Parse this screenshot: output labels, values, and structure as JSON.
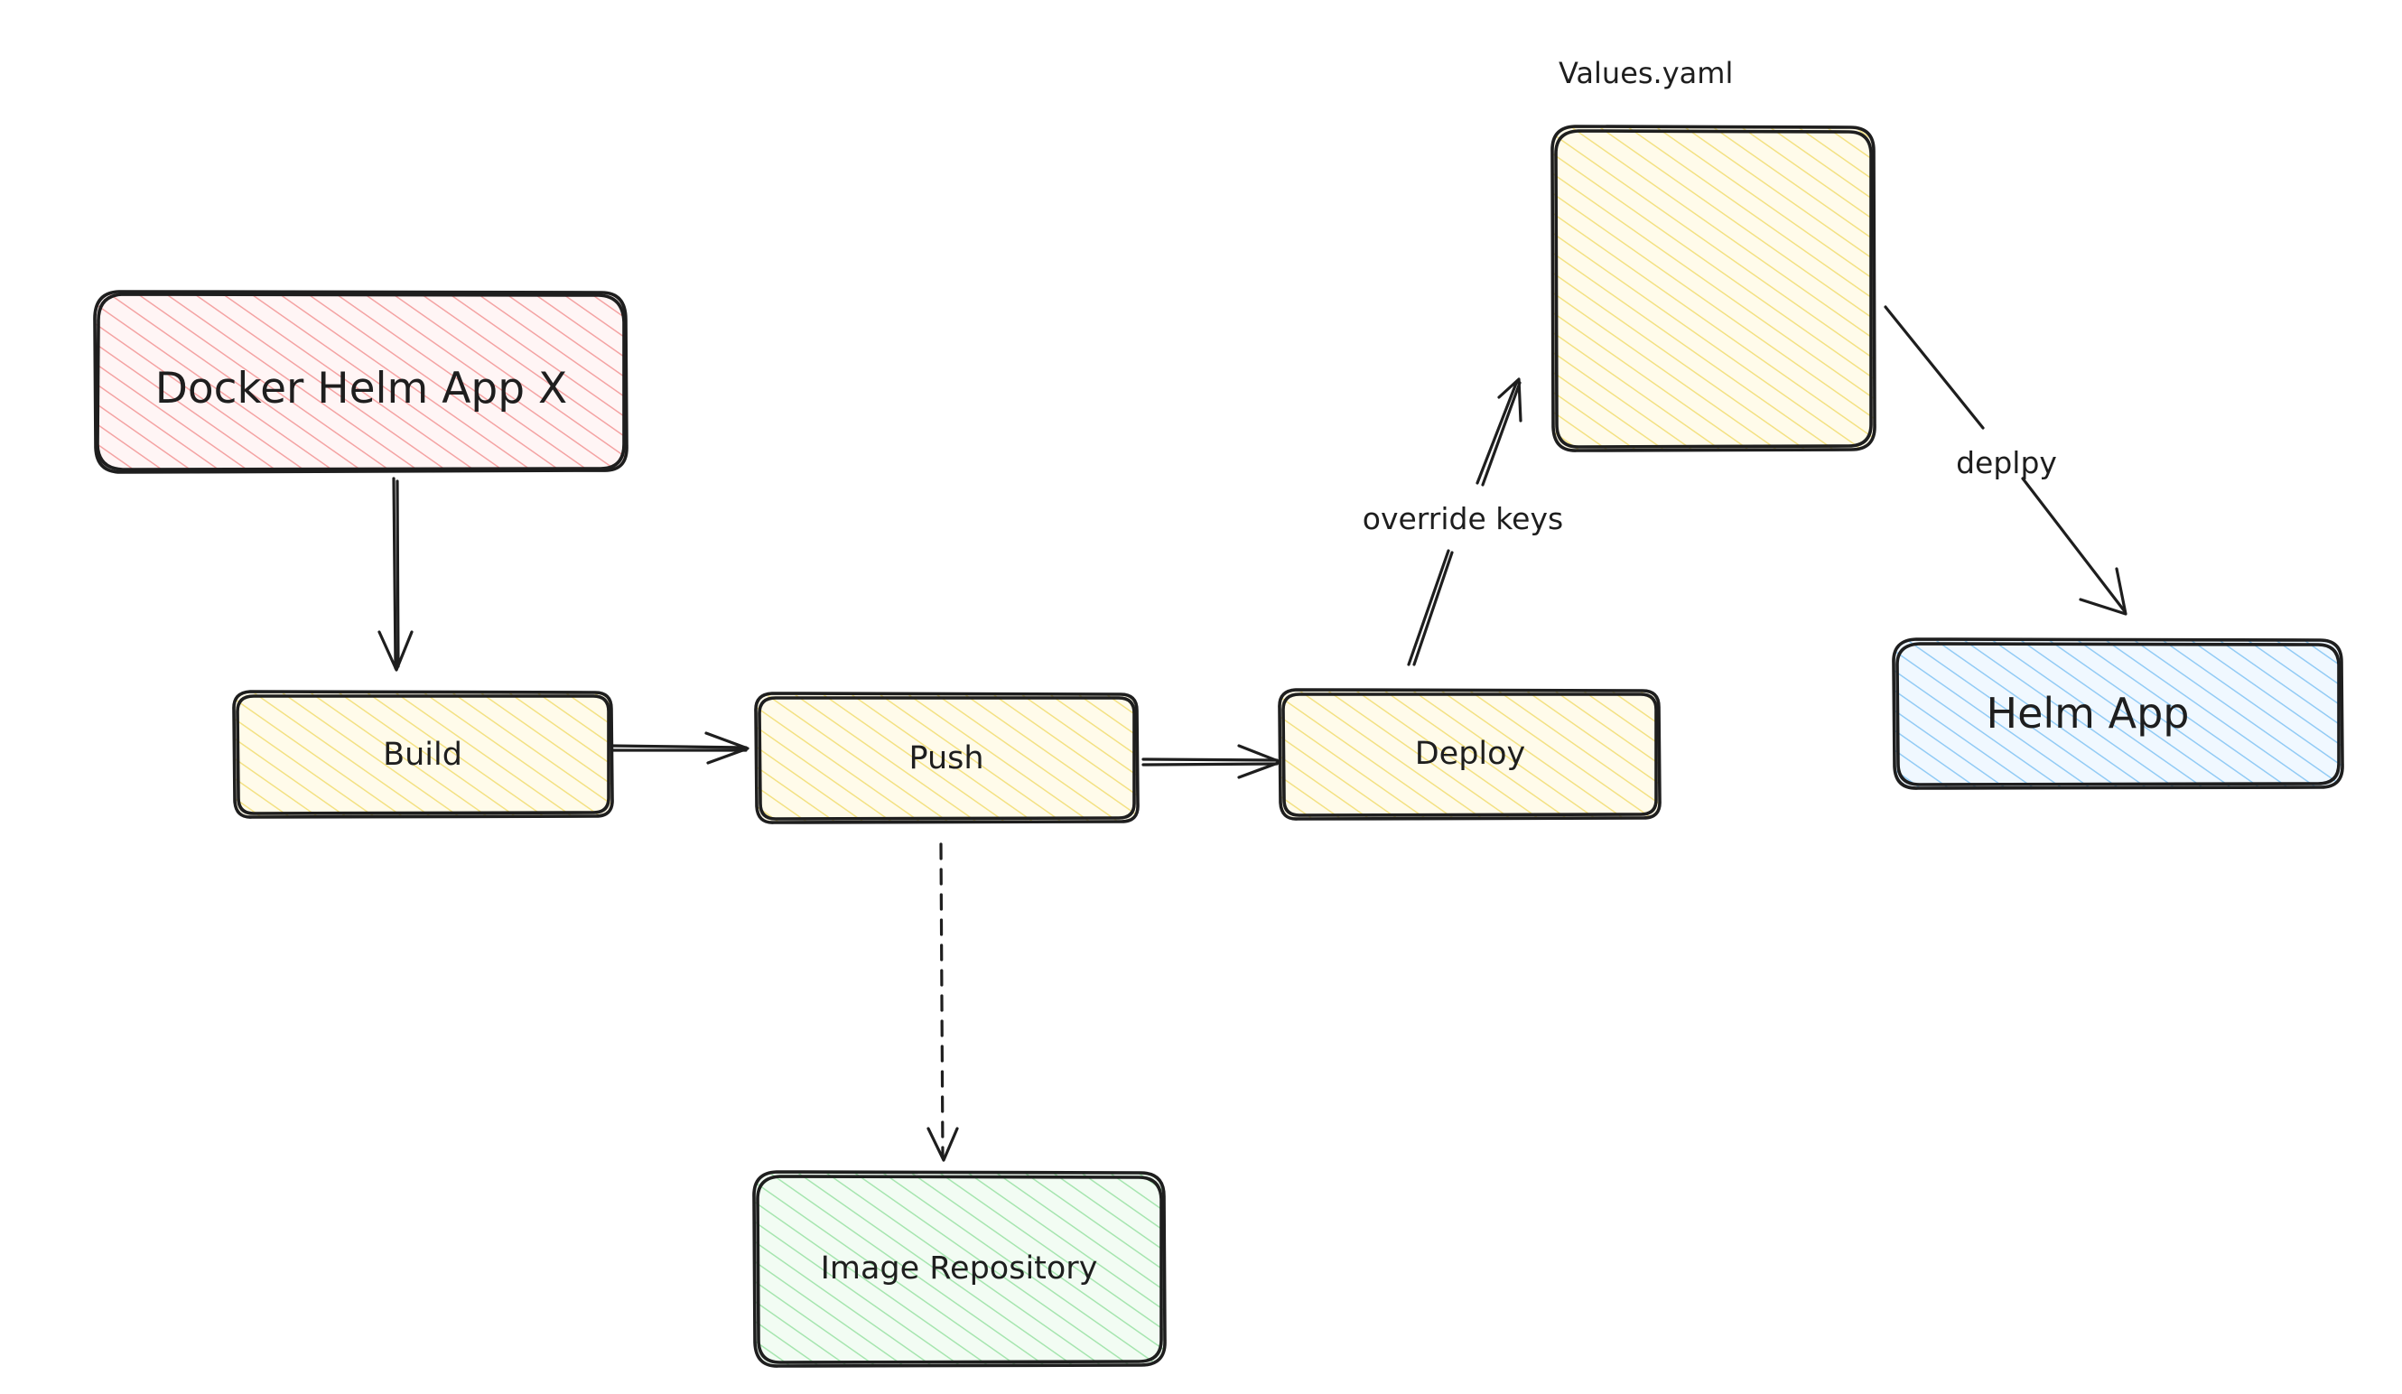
{
  "nodes": {
    "docker_helm_app": {
      "label": "Docker Helm App X",
      "fill": "#ffc9c9",
      "hatch": "#f08c8c"
    },
    "build": {
      "label": "Build",
      "fill": "#ffec99",
      "hatch": "#f2d85e"
    },
    "push": {
      "label": "Push",
      "fill": "#ffec99",
      "hatch": "#f2d85e"
    },
    "deploy": {
      "label": "Deploy",
      "fill": "#ffec99",
      "hatch": "#f2d85e"
    },
    "values_yaml": {
      "label": "",
      "fill": "#ffec99",
      "hatch": "#f2d85e"
    },
    "image_repository": {
      "label": "Image Repository",
      "fill": "#b2f2bb",
      "hatch": "#7fd98b"
    },
    "helm_app": {
      "label": "Helm App",
      "fill": "#a5d8ff",
      "hatch": "#6cb8f0"
    }
  },
  "annotations": {
    "values_yaml_title": "Values.yaml"
  },
  "edges": {
    "override_keys": "override keys",
    "deploy_to_helm": "deplpy"
  },
  "colors": {
    "stroke": "#1e1e1e",
    "background": "#ffffff"
  }
}
